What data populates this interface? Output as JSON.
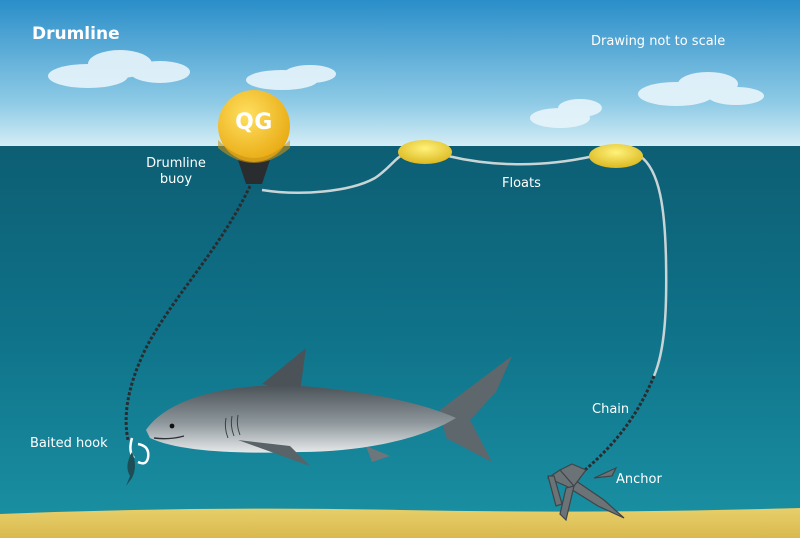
{
  "title": "Drumline",
  "note": "Drawing not to scale",
  "buoy": {
    "marking": "QG",
    "label_line1": "Drumline",
    "label_line2": "buoy"
  },
  "labels": {
    "floats": "Floats",
    "chain": "Chain",
    "anchor": "Anchor",
    "hook": "Baited hook"
  },
  "colors": {
    "sky_top": "#2a8ec9",
    "sky_bottom": "#d7eef6",
    "water": "#0f6f86",
    "sand": "#e3c862",
    "buoy": "#f5c21b",
    "float": "#f1d21f"
  }
}
